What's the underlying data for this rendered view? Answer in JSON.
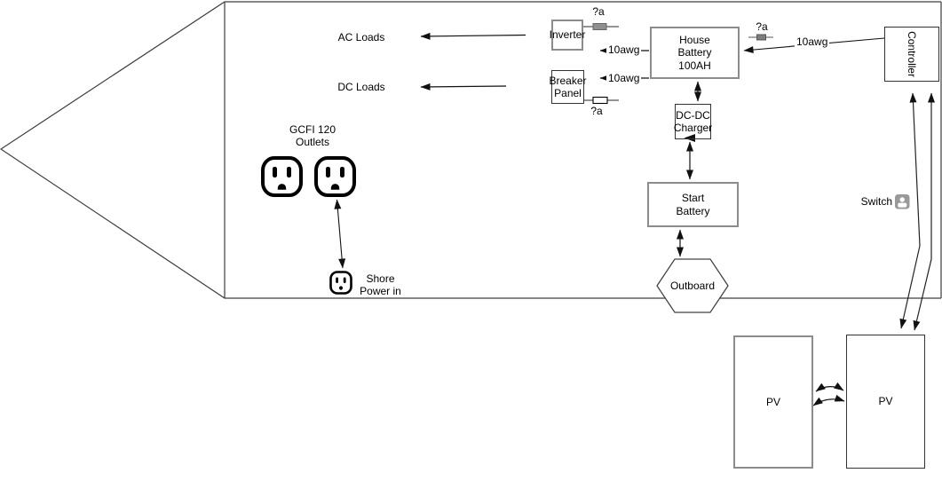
{
  "nodes": {
    "inverter": "Inverter",
    "breaker_panel": "Breaker\nPanel",
    "house_battery": "House\nBattery\n100AH",
    "dcdc_charger": "DC-DC\nCharger",
    "start_battery": "Start\nBattery",
    "outboard": "Outboard",
    "controller": "Controller",
    "pv_left": "PV",
    "pv_right": "PV"
  },
  "labels": {
    "ac_loads": "AC Loads",
    "dc_loads": "DC Loads",
    "gcfi_outlets": "GCFI 120\nOutlets",
    "shore_power": "Shore\nPower in",
    "switch": "Switch"
  },
  "wires": {
    "house_to_inverter_gauge": "10awg",
    "house_to_breaker_gauge": "10awg",
    "controller_to_house_gauge": "10awg"
  },
  "fuses": {
    "inverter_fuse_rating": "?a",
    "breaker_fuse_rating": "?a",
    "controller_fuse_rating": "?a"
  },
  "icons": {
    "gcfi_outlet_left": "power-outlet-icon",
    "gcfi_outlet_right": "power-outlet-icon",
    "shore_outlet": "power-outlet-icon",
    "switch": "rocker-switch-icon"
  },
  "colors": {
    "background": "#ffffff",
    "line": "#111111",
    "boat_outline": "#3d3d3d",
    "box_border_light": "#8c8c8c",
    "box_border_dark": "#333333",
    "fuse_filled_fill": "#8f8f8f",
    "fuse_open_fill": "#ffffff",
    "switch_icon": "#999999"
  }
}
